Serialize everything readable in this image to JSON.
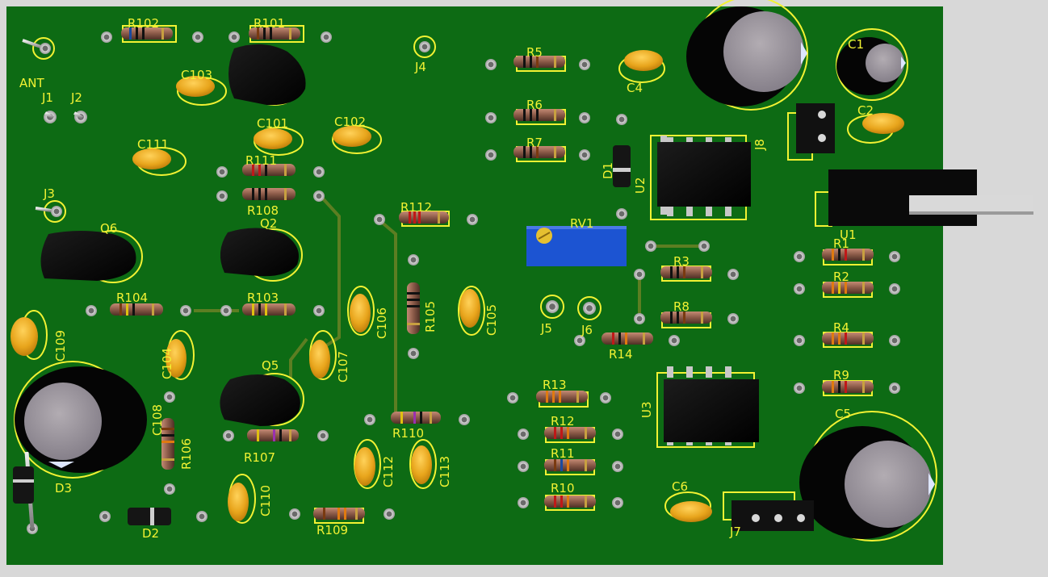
{
  "board": {
    "colors": {
      "substrate": "#0d6b14",
      "silkscreen": "#f2f233",
      "trace": "#5c7e22",
      "pad": "#b9b9b9",
      "capacitor_ceramic": "#e8a51c",
      "component_black": "#0a0a0a",
      "electrolytic_top": "#9a949a",
      "trimpot": "#1c54d2",
      "heatsink": "#d9d9d9"
    },
    "labels": {
      "r102": "R102",
      "r101": "R101",
      "j4": "J4",
      "r5": "R5",
      "c4": "C4",
      "c1": "C1",
      "ant": "ANT",
      "j1": "J1",
      "j2": "J2",
      "c103": "C103",
      "r6": "R6",
      "c2": "C2",
      "c101": "C101",
      "c102": "C102",
      "r7": "R7",
      "j8": "J8",
      "d1": "D1",
      "c111": "C111",
      "r111": "R111",
      "u2": "U2",
      "j3": "J3",
      "r108": "R108",
      "r112": "R112",
      "rv1": "RV1",
      "u1": "U1",
      "q6": "Q6",
      "q2": "Q2",
      "r1": "R1",
      "r3": "R3",
      "r2": "R2",
      "r104": "R104",
      "r103": "R103",
      "c106": "C106",
      "r105": "R105",
      "c105": "C105",
      "j5": "J5",
      "j6": "J6",
      "r8": "R8",
      "c109": "C109",
      "c104": "C104",
      "r14": "R14",
      "r4": "R4",
      "c107": "C107",
      "q5": "Q5",
      "u3": "U3",
      "r9": "R9",
      "c108": "C108",
      "r13": "R13",
      "c5": "C5",
      "r106": "R106",
      "r110": "R110",
      "r12": "R12",
      "c112": "C112",
      "c113": "C113",
      "r107": "R107",
      "r11": "R11",
      "d3": "D3",
      "c110": "C110",
      "c6": "C6",
      "r10": "R10",
      "r109": "R109",
      "d2": "D2",
      "j7": "J7"
    }
  }
}
